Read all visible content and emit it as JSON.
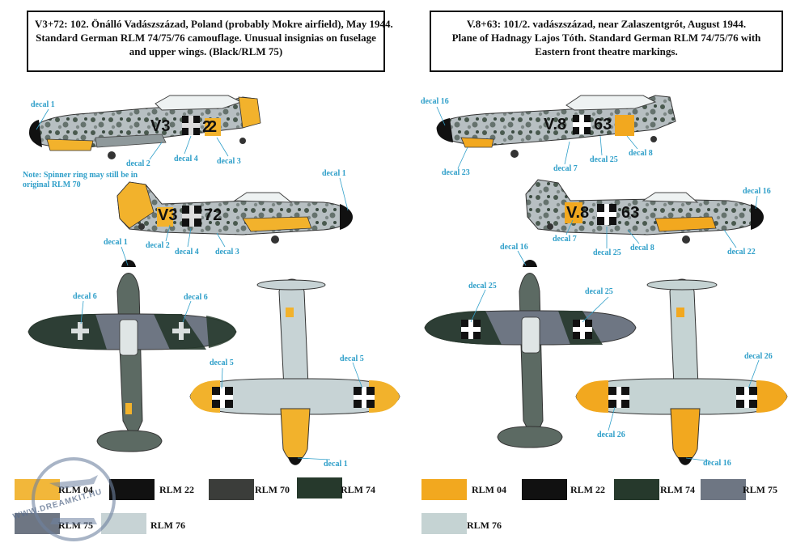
{
  "captions": {
    "left": [
      "V3+72: 102. Önálló Vadászszázad, Poland (probably Mokre airfield), May 1944.",
      "Standard German RLM 74/75/76 camouflage. Unusual insignias on fuselage",
      "and upper wings. (Black/RLM 75)"
    ],
    "right": [
      "V.8+63: 101/2. vadászszázad, near Zalaszentgrót, August 1944.",
      "Plane of Hadnagy Lajos Tóth. Standard German RLM 74/75/76 with",
      "Eastern front theatre markings."
    ]
  },
  "note": [
    "Note: Spinner ring may still be in",
    "original RLM 70"
  ],
  "labels": {
    "l1": "decal 1",
    "l2": "decal 2",
    "l3": "decal 4",
    "l4": "decal 3",
    "l5": "decal 1",
    "l6": "decal 2",
    "l7": "decal 4",
    "l8": "decal 3",
    "l9": "decal 1",
    "l10": "decal 6",
    "l11": "decal 6",
    "l12": "decal 5",
    "l13": "decal 5",
    "l14": "decal 1",
    "r1": "decal 16",
    "r2": "decal 23",
    "r3": "decal 7",
    "r4": "decal 25",
    "r5": "decal 8",
    "r6": "decal 16",
    "r7": "decal 7",
    "r8": "decal 25",
    "r9": "decal 8",
    "r10": "decal 22",
    "r11": "decal 16",
    "r12": "decal 25",
    "r13": "decal 25",
    "r14": "decal 26",
    "r15": "decal 26",
    "r16": "decal 16"
  },
  "markings": {
    "left_side1_a": "V3",
    "left_side1_b": "2",
    "left_side1_c": "2",
    "left_side2_a": "V3",
    "left_side2_b": "72",
    "right_side1": "V.8",
    "right_side1_b": "63",
    "right_side2": "V.8",
    "right_side2_b": "63"
  },
  "swatches_left": [
    {
      "name": "RLM 04",
      "color": "#f2b73a"
    },
    {
      "name": "RLM 22",
      "color": "#111111"
    },
    {
      "name": "RLM 70",
      "color": "#3b3d3a"
    },
    {
      "name": "RLM 74",
      "color": "#26392c"
    },
    {
      "name": "RLM 75",
      "color": "#6e7683"
    },
    {
      "name": "RLM 76",
      "color": "#c7d3d5"
    }
  ],
  "swatches_right": [
    {
      "name": "RLM 04",
      "color": "#f2a81f"
    },
    {
      "name": "RLM 22",
      "color": "#111111"
    },
    {
      "name": "RLM 74",
      "color": "#26392c"
    },
    {
      "name": "RLM 75",
      "color": "#6e7683"
    },
    {
      "name": "RLM 76",
      "color": "#c5d3d3"
    }
  ],
  "watermark": "WWW.DREAMKIT.HU",
  "colors": {
    "label": "#2f9fc9",
    "grey": "#a9b1b3",
    "green": "#2f4a36",
    "yellow": "#f2b22c"
  }
}
